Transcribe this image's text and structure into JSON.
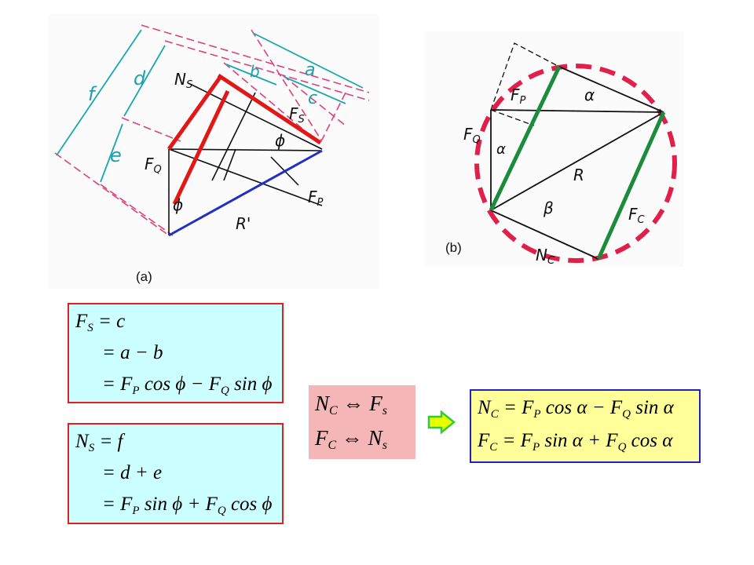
{
  "figure_a": {
    "caption": "(a)",
    "labels": {
      "f": "f",
      "d": "d",
      "e": "e",
      "b": "b",
      "a": "a",
      "c": "c",
      "Ns": "N",
      "Ns_sub": "S",
      "Fs": "F",
      "Fs_sub": "S",
      "Fq": "F",
      "Fq_sub": "Q",
      "Fp": "F",
      "Fp_sub": "P",
      "phi": "ϕ",
      "phi2": "ϕ",
      "Rp": "R'"
    }
  },
  "figure_b": {
    "caption": "(b)",
    "labels": {
      "Fp": "F",
      "Fp_sub": "P",
      "Fq": "F",
      "Fq_sub": "Q",
      "alpha_top": "α",
      "alpha_left": "α",
      "R": "R",
      "beta": "β",
      "Fc": "F",
      "Fc_sub": "C",
      "Nc": "N",
      "Nc_sub": "C"
    }
  },
  "eq_fs": {
    "l1": {
      "lhs": "F",
      "lhs_sub": "S",
      "rhs": "= c"
    },
    "l2": "= a − b",
    "l3": {
      "pre": "= F",
      "s1": "P",
      "mid": " cos ϕ − F",
      "s2": "Q",
      "post": " sin ϕ"
    }
  },
  "eq_ns": {
    "l1": {
      "lhs": "N",
      "lhs_sub": "S",
      "rhs": "= f"
    },
    "l2": "= d + e",
    "l3": {
      "pre": "= F",
      "s1": "P",
      "mid": " sin ϕ + F",
      "s2": "Q",
      "post": " cos ϕ"
    }
  },
  "equiv": {
    "l1": {
      "a": "N",
      "a_sub": "C",
      "op": "⇔",
      "b": "F",
      "b_sub": "s"
    },
    "l2": {
      "a": "F",
      "a_sub": "C",
      "op": "⇔",
      "b": "N",
      "b_sub": "s"
    }
  },
  "result": {
    "l1": {
      "a": "N",
      "a_sub": "C",
      "pre": " = F",
      "s1": "P",
      "mid": " cos α − F",
      "s2": "Q",
      "post": " sin α"
    },
    "l2": {
      "a": "F",
      "a_sub": "C",
      "pre": " = F",
      "s1": "P",
      "mid": " sin α + F",
      "s2": "Q",
      "post": " cos α"
    }
  },
  "colors": {
    "box_fill": "#ccffff",
    "box_border": "#e02020",
    "equiv_fill": "#f4b6b6",
    "result_fill": "#ffff99",
    "result_border": "#2020c0",
    "arrow_fill": "#e8ff00",
    "arrow_stroke": "#33cc33"
  }
}
